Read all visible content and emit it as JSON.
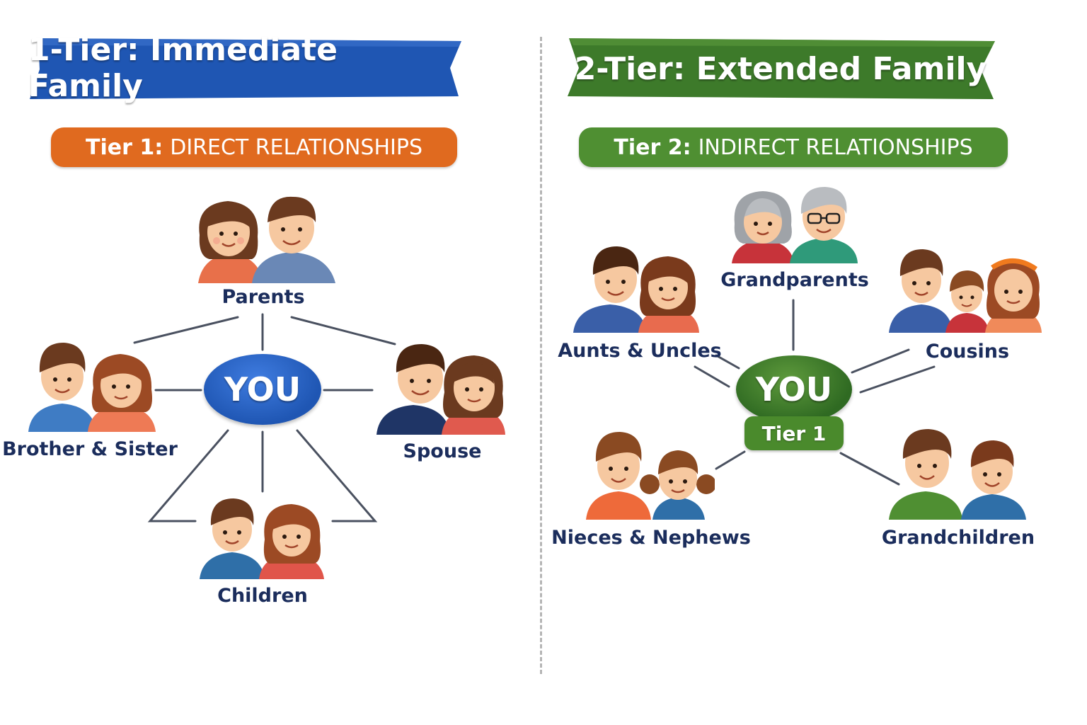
{
  "left": {
    "banner": "1-Tier: Immediate Family",
    "pill_strong": "Tier 1:",
    "pill_text": "DIRECT RELATIONSHIPS",
    "center": "YOU",
    "labels": {
      "parents": "Parents",
      "siblings": "Brother & Sister",
      "spouse": "Spouse",
      "children": "Children"
    }
  },
  "right": {
    "banner": "2-Tier: Extended Family",
    "pill_strong": "Tier 2:",
    "pill_text": "INDIRECT RELATIONSHIPS",
    "center": "YOU",
    "center_badge": "Tier 1",
    "labels": {
      "grandparents": "Grandparents",
      "aunts_uncles": "Aunts & Uncles",
      "cousins": "Cousins",
      "nieces_nephews": "Nieces & Nephews",
      "grandchildren": "Grandchildren"
    }
  },
  "colors": {
    "blue": "#1f56b3",
    "green": "#3d7a2a",
    "orange": "#e06a1f",
    "pill_green": "#4f8f32",
    "line": "#4a5160",
    "label": "#1b2d5c"
  },
  "icons": [
    "family-pair-icon",
    "grandparents-icon",
    "children-icon"
  ]
}
